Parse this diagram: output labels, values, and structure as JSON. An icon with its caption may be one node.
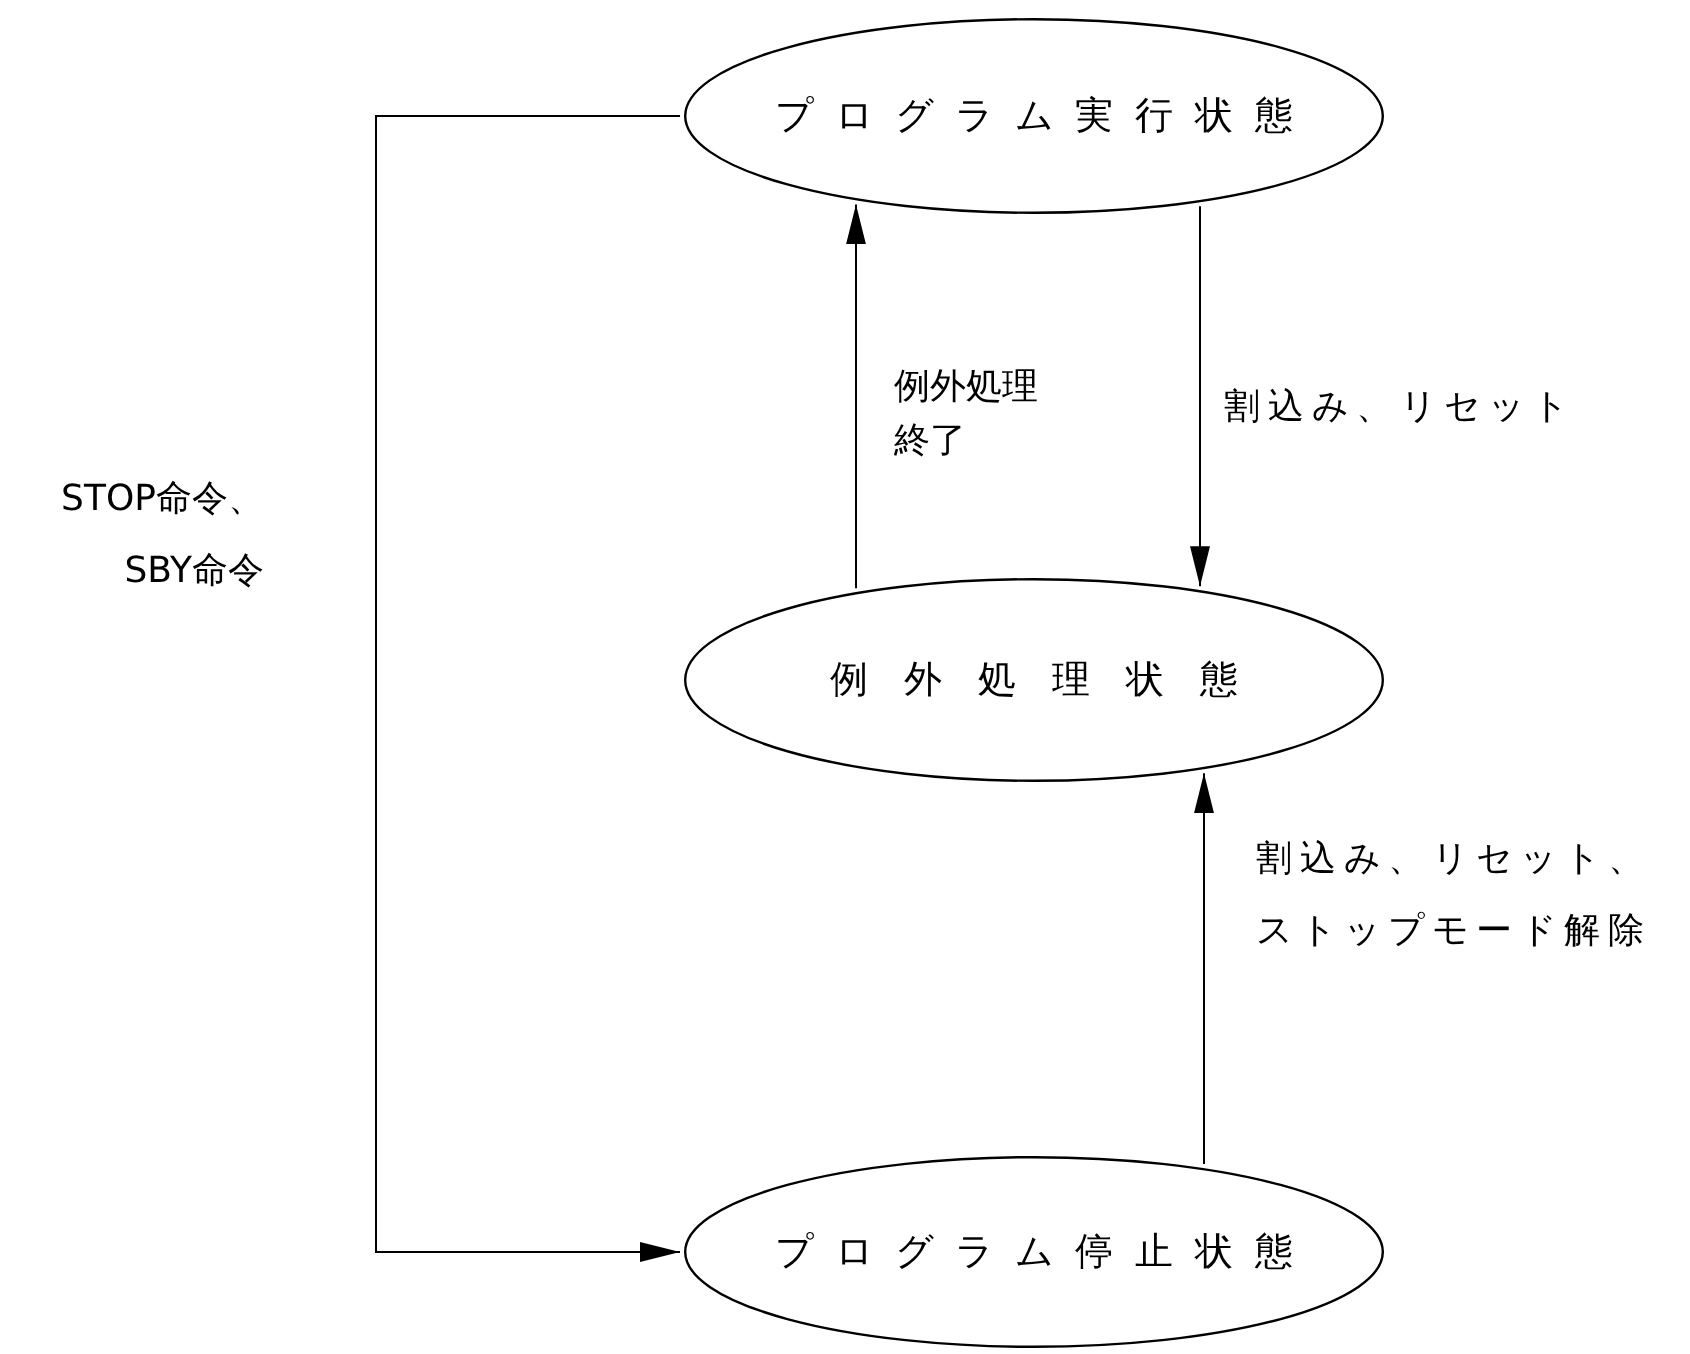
{
  "diagram": {
    "nodes": [
      {
        "text": [
          "プログラム実行状態"
        ]
      },
      {
        "text": [
          "例外処理状態"
        ]
      },
      {
        "text": [
          "プログラム停止状態"
        ]
      }
    ],
    "edges": [
      {
        "from": 1,
        "to": 0,
        "arrow": "to",
        "label": "例外処理終了"
      },
      {
        "from": 0,
        "to": 1,
        "arrow": "to",
        "label": "割込み、リセット"
      },
      {
        "from": 2,
        "to": 1,
        "arrow": "to",
        "label": "割込み、リセット、ストップモード解除"
      },
      {
        "from": 0,
        "to": 2,
        "arrow": "to",
        "label": "STOP命令、SBY命令"
      }
    ]
  }
}
